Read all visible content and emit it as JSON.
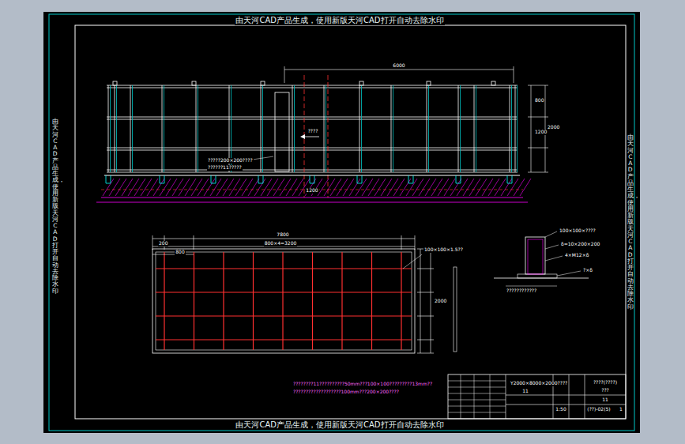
{
  "diagram": {
    "labels": [
      "由天河CAD产品生成，使用新版天河CAD打开自动去除水印",
      "由天河CAD产品生成，使用新版天河CAD打开自动去除水印",
      "由天河CAD产品生成，使用新版天河CAD打开自动去除水印",
      "由天河CAD产品生成，使用新版天河CAD打开自动去除水印",
      "6000",
      "800",
      "1200",
      "2000",
      "????",
      "?????200×200????",
      "??????11?????",
      "1200",
      "7800",
      "200",
      "800×4=3200",
      "800",
      "100×100×1.5??",
      "2000",
      "100×100×????",
      "δ=10×200×200",
      "4×M12×δ",
      "?×δ",
      "????????????",
      "????????11??????????50mm???100×100?????????13mm??",
      "???????????????????100mm???200×200????",
      "Y2000×8000×2000????",
      "11",
      "????(????)",
      "???",
      "11",
      "1:50",
      "(??)-02(5)",
      "1"
    ]
  }
}
